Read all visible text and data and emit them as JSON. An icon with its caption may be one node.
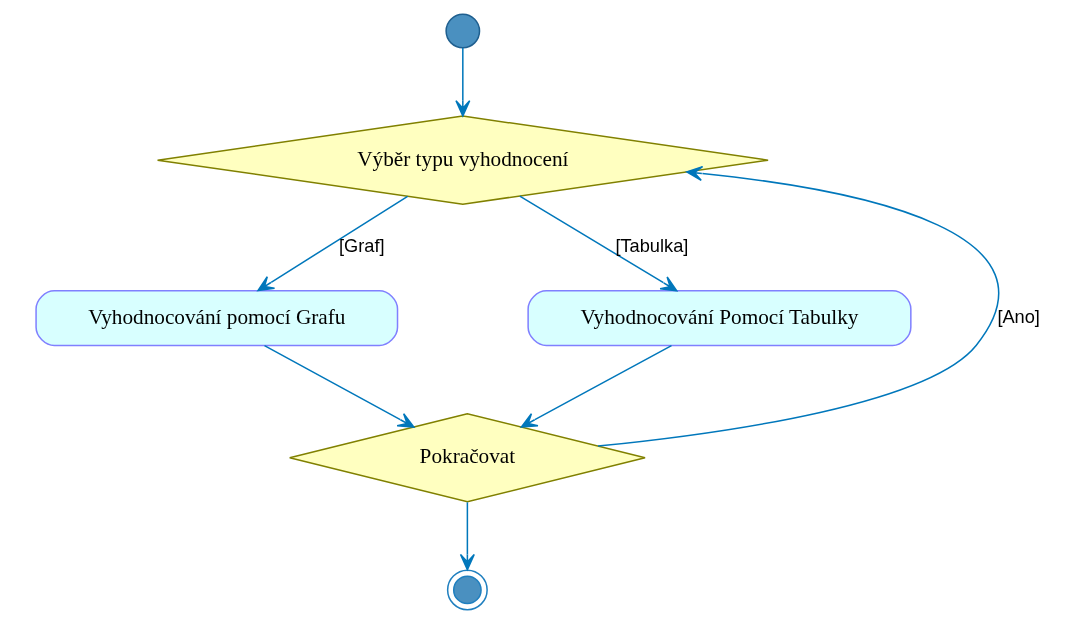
{
  "diagram": {
    "nodes": [
      {
        "text": [],
        "shape": "circle"
      },
      {
        "text": [
          "Výběr typu vyhodnocení"
        ]
      },
      {
        "text": [
          "Vyhodnocování pomocí Grafu"
        ]
      },
      {
        "text": [
          "Vyhodnocování Pomocí Tabulky"
        ]
      },
      {
        "text": [
          "Pokračovat"
        ]
      },
      {
        "text": [],
        "shape": "bullseye"
      }
    ],
    "edges": [
      {
        "from": 0,
        "to": 1,
        "arrow": "to"
      },
      {
        "from": 1,
        "to": 2,
        "arrow": "to",
        "label": "[Graf]"
      },
      {
        "from": 1,
        "to": 3,
        "arrow": "to",
        "label": "[Tabulka]"
      },
      {
        "from": 2,
        "to": 4,
        "arrow": "to"
      },
      {
        "from": 3,
        "to": 4,
        "arrow": "to"
      },
      {
        "from": 4,
        "to": 1,
        "arrow": "to",
        "label": "[Ano]"
      },
      {
        "from": 4,
        "to": 5,
        "arrow": "to"
      }
    ]
  }
}
